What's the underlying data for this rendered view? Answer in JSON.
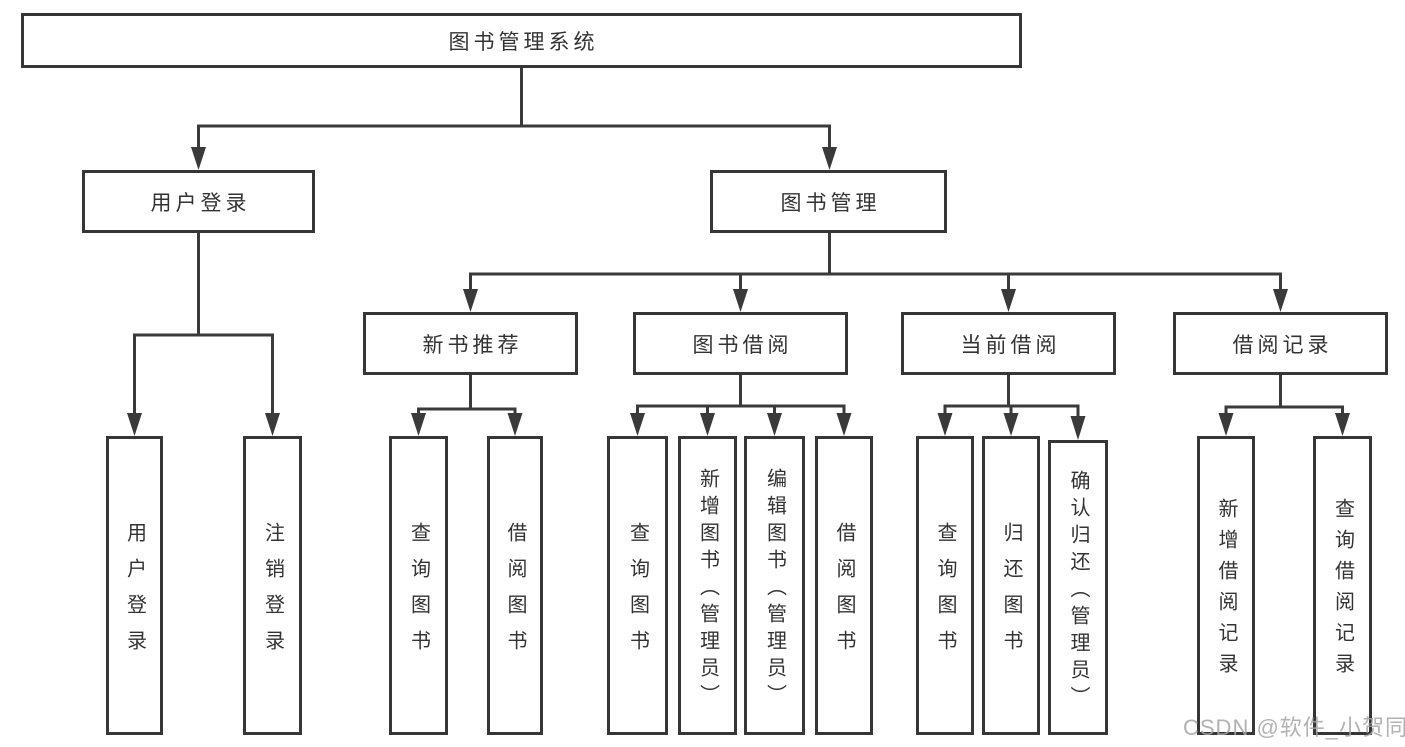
{
  "nodes": {
    "root": "图书管理系统",
    "l2": {
      "user_login": "用户登录",
      "book_mgmt": "图书管理"
    },
    "login_children": {
      "login": "用户登录",
      "logout": "注销登录"
    },
    "l3": {
      "new_books": "新书推荐",
      "book_borrow": "图书借阅",
      "current_borrow": "当前借阅",
      "borrow_records": "借阅记录"
    },
    "new_books_children": {
      "query": "查询图书",
      "borrow": "借阅图书"
    },
    "book_borrow_children": {
      "query": "查询图书",
      "add": "新增图书（管理员）",
      "edit": "编辑图书（管理员）",
      "borrow": "借阅图书"
    },
    "current_borrow_children": {
      "query": "查询图书",
      "return": "归还图书",
      "confirm": "确认归还（管理员）"
    },
    "borrow_records_children": {
      "add": "新增借阅记录",
      "query": "查询借阅记录"
    }
  },
  "watermark": "CSDN @软件_小贺同学",
  "colors": {
    "line": "#3a3a3a",
    "box_border": "#363636",
    "text": "#333333",
    "watermark": "#a5a5a5"
  }
}
